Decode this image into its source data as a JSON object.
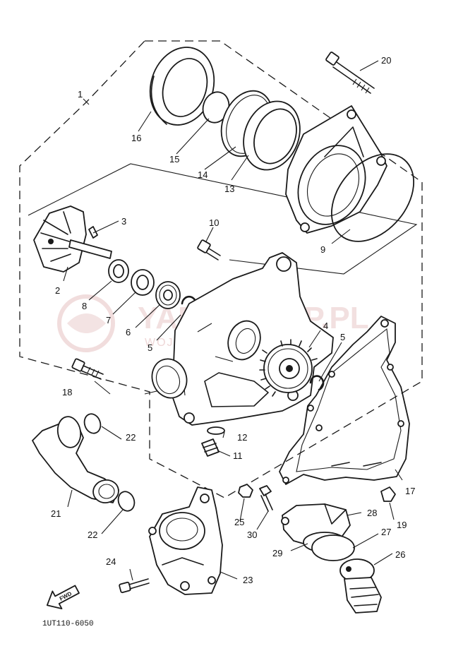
{
  "diagram": {
    "parts": {
      "p1": "1",
      "p2": "2",
      "p3": "3",
      "p4": "4",
      "p5a": "5",
      "p5b": "5",
      "p6": "6",
      "p7": "7",
      "p8": "8",
      "p9": "9",
      "p10": "10",
      "p11": "11",
      "p12": "12",
      "p13": "13",
      "p14": "14",
      "p15": "15",
      "p16": "16",
      "p17": "17",
      "p18": "18",
      "p19": "19",
      "p20": "20",
      "p21": "21",
      "p22a": "22",
      "p22b": "22",
      "p23": "23",
      "p24": "24",
      "p25": "25",
      "p26": "26",
      "p27": "27",
      "p28": "28",
      "p29": "29",
      "p30": "30"
    },
    "forward_arrow": "FWD",
    "drawing_code": "1UT110-6050",
    "watermark": {
      "main": "YAMA-SHOP.PL",
      "sub": "WOJCIECHOWSCY YAMAHA"
    },
    "colors": {
      "line": "#1a1a1a",
      "watermark": "#e8c7c7"
    }
  }
}
